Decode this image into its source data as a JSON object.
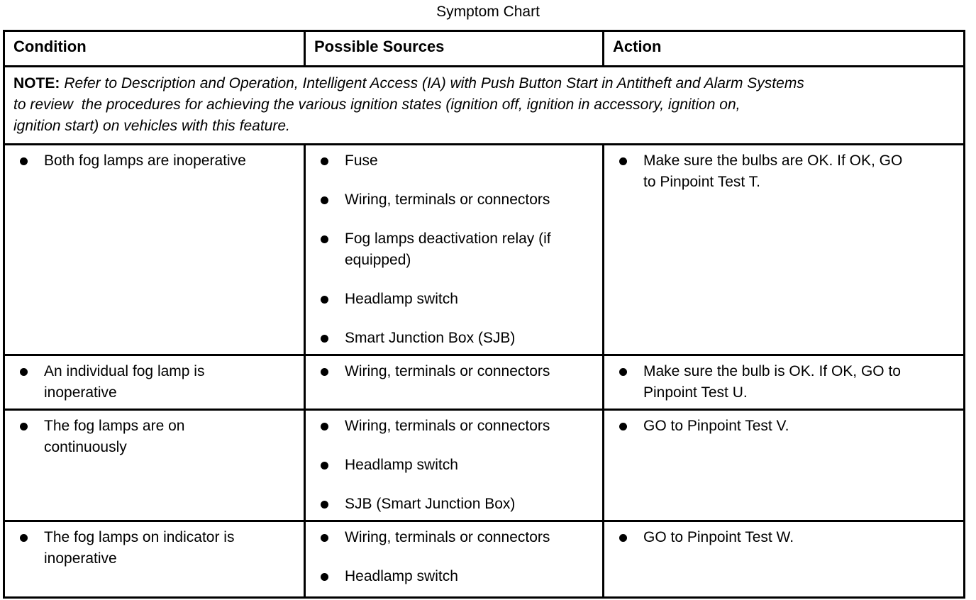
{
  "title": "Symptom Chart",
  "colors": {
    "background": "#ffffff",
    "text": "#000000",
    "border": "#000000"
  },
  "table": {
    "headers": [
      "Condition",
      "Possible Sources",
      "Action"
    ],
    "note": {
      "label": "NOTE:",
      "text": "Refer to Description and Operation, Intelligent Access (IA) with Push Button Start in Antitheft and Alarm Systems\nto review  the procedures for achieving the various ignition states (ignition off, ignition in accessory, ignition on,\nignition start) on vehicles with this feature."
    },
    "rows": [
      {
        "condition": [
          "Both fog lamps are inoperative"
        ],
        "sources": [
          "Fuse",
          "Wiring, terminals or connectors",
          "Fog lamps deactivation relay (if\nequipped)",
          "Headlamp switch",
          "Smart Junction Box (SJB)"
        ],
        "action": [
          "Make sure the bulbs are OK. If OK, GO\nto Pinpoint Test T."
        ]
      },
      {
        "condition": [
          "An individual fog lamp is\ninoperative"
        ],
        "sources": [
          "Wiring, terminals or connectors"
        ],
        "action": [
          "Make sure the bulb is OK. If OK, GO to\nPinpoint Test U."
        ]
      },
      {
        "condition": [
          "The fog lamps are on\ncontinuously"
        ],
        "sources": [
          "Wiring, terminals or connectors",
          "Headlamp switch",
          "SJB (Smart Junction Box)"
        ],
        "action": [
          "GO to Pinpoint Test V."
        ]
      },
      {
        "condition": [
          "The fog lamps on indicator is\ninoperative"
        ],
        "sources": [
          "Wiring, terminals or connectors",
          "Headlamp switch"
        ],
        "action": [
          "GO to Pinpoint Test W."
        ]
      }
    ]
  }
}
